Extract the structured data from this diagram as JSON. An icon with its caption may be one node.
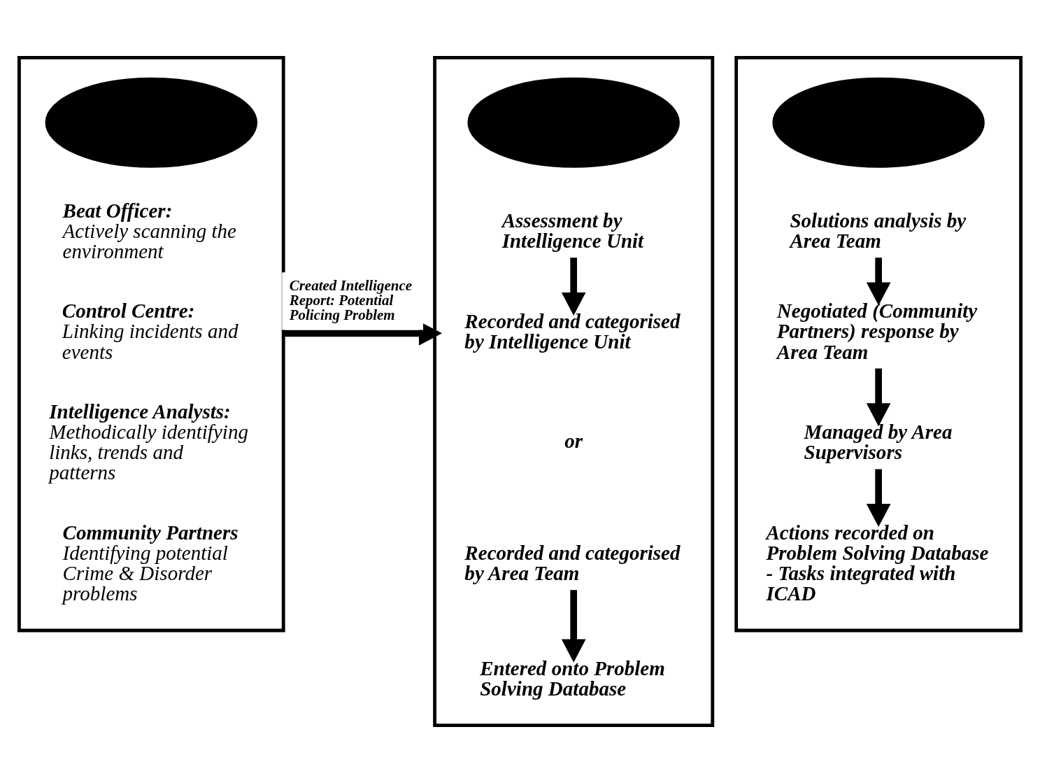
{
  "diagram": {
    "nodes": [
      {
        "text": [],
        "shape": "box"
      },
      {
        "text": [],
        "shape": "ellipse",
        "in": 0
      },
      {
        "text": [
          "Beat Officer:",
          "Actively scanning the environment"
        ],
        "in": 0
      },
      {
        "text": [
          "Control Centre:",
          "Linking incidents and events"
        ],
        "in": 0
      },
      {
        "text": [
          "Intelligence Analysts:",
          "Methodically identifying links, trends and patterns"
        ],
        "in": 0
      },
      {
        "text": [
          "Community Partners",
          "Identifying potential Crime & Disorder problems"
        ],
        "in": 0
      },
      {
        "text": [],
        "shape": "box"
      },
      {
        "text": [],
        "shape": "ellipse",
        "in": 6
      },
      {
        "text": [
          "Assessment by Intelligence Unit"
        ],
        "in": 6
      },
      {
        "text": [
          "Recorded and categorised by Intelligence Unit"
        ],
        "in": 6
      },
      {
        "text": [
          "Recorded and categorised by Area Team"
        ],
        "in": 6
      },
      {
        "text": [
          "Entered onto Problem Solving Database"
        ],
        "in": 6
      },
      {
        "text": [],
        "shape": "box"
      },
      {
        "text": [],
        "shape": "ellipse",
        "in": 12
      },
      {
        "text": [
          "Solutions analysis by Area Team"
        ],
        "in": 12
      },
      {
        "text": [
          "Negotiated (Community Partners) response by Area Team"
        ],
        "in": 12
      },
      {
        "text": [
          "Managed by Area Supervisors"
        ],
        "in": 12
      },
      {
        "text": [
          "Actions recorded on Problem Solving Database - Tasks integrated with ICAD"
        ],
        "in": 12
      }
    ],
    "edges": [
      {
        "from": 0,
        "to": 6,
        "arrow": "to",
        "label": "Created Intelligence Report: Potential Policing Problem"
      },
      {
        "from": 8,
        "to": 9,
        "arrow": "to"
      },
      {
        "from": 10,
        "to": 11,
        "arrow": "to"
      },
      {
        "from": 14,
        "to": 15,
        "arrow": "to"
      },
      {
        "from": 15,
        "to": 16,
        "arrow": "to"
      },
      {
        "from": 16,
        "to": 17,
        "arrow": "to"
      }
    ],
    "labels": [
      "or"
    ]
  }
}
